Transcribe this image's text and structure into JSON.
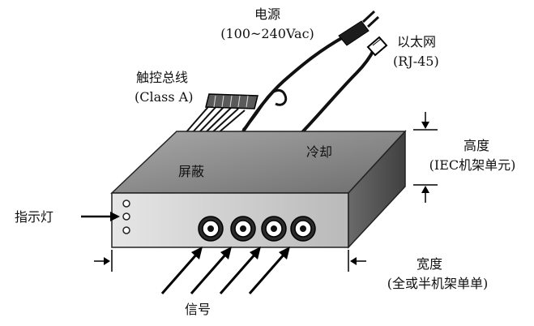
{
  "labels": {
    "power": {
      "title": "电源",
      "spec": "(100~240Vac)"
    },
    "ethernet": {
      "title": "以太网",
      "spec": "(RJ-45)"
    },
    "touch_bus": {
      "title": "触控总线",
      "spec": "(Class A)"
    },
    "height": {
      "title": "高度",
      "spec": "(IEC机架单元)"
    },
    "shield": "屏蔽",
    "cooling": "冷却",
    "indicator": "指示灯",
    "width": {
      "title": "宽度",
      "spec": "(全或半机架单单)"
    },
    "signal": "信号"
  },
  "colors": {
    "box_top": "#8c8c8c",
    "box_front": "#cfcfcf",
    "box_side": "#5a5a5a",
    "cable": "#111111",
    "connector": "#2a2a2a"
  }
}
